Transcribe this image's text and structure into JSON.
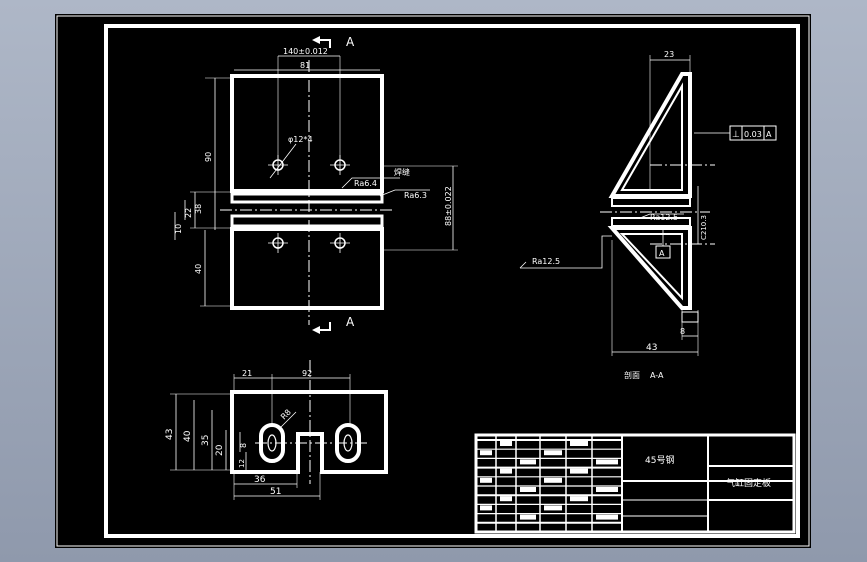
{
  "colors": {
    "background": "#000000",
    "lines": "#ffffff",
    "viewport": "#9aa4b6"
  },
  "section_marks": {
    "top": "A",
    "bottom": "A"
  },
  "front_view": {
    "dims": {
      "overall_width": "81",
      "hole_pitch": "140±0.012",
      "hole_dia": "φ12*4",
      "height_upper": "90",
      "slot_38": "38",
      "slot_22": "22",
      "dim_10": "10",
      "height_lower": "40",
      "overall_height": "88±0.022",
      "weld_note": "焊缝",
      "roughness_1": "Ra6.4",
      "roughness_2": "Ra6.3"
    }
  },
  "section_view": {
    "dims": {
      "top_width": "23",
      "tol_perp": "⊥",
      "tol_value": "0.03",
      "tol_datum": "A",
      "thickness": "C210.3",
      "roughness_a": "Ra12.5",
      "roughness_b": "Ra12.5",
      "datum": "A",
      "base_width": "43",
      "dim_8": "8"
    },
    "caption_1": "剖面",
    "caption_2": "A-A"
  },
  "bottom_view": {
    "dims": {
      "width_92": "92",
      "dim_21": "21",
      "radius": "R8",
      "height_43": "43",
      "height_40": "40",
      "height_35": "35",
      "height_20": "20",
      "dim_8": "8",
      "dim_12": "12",
      "dim_36": "36",
      "dim_51": "51"
    }
  },
  "title_block": {
    "material": "45号钢",
    "part_name": "气缸固定板"
  }
}
